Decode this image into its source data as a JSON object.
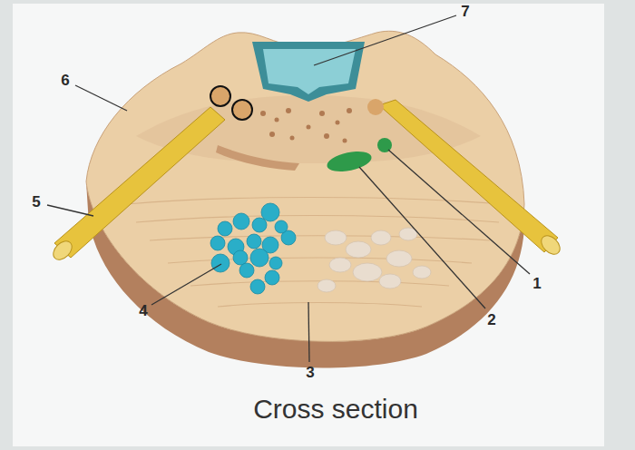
{
  "diagram": {
    "caption": "Cross section",
    "labels": [
      "7",
      "6",
      "5",
      "4",
      "3",
      "2",
      "1"
    ]
  }
}
